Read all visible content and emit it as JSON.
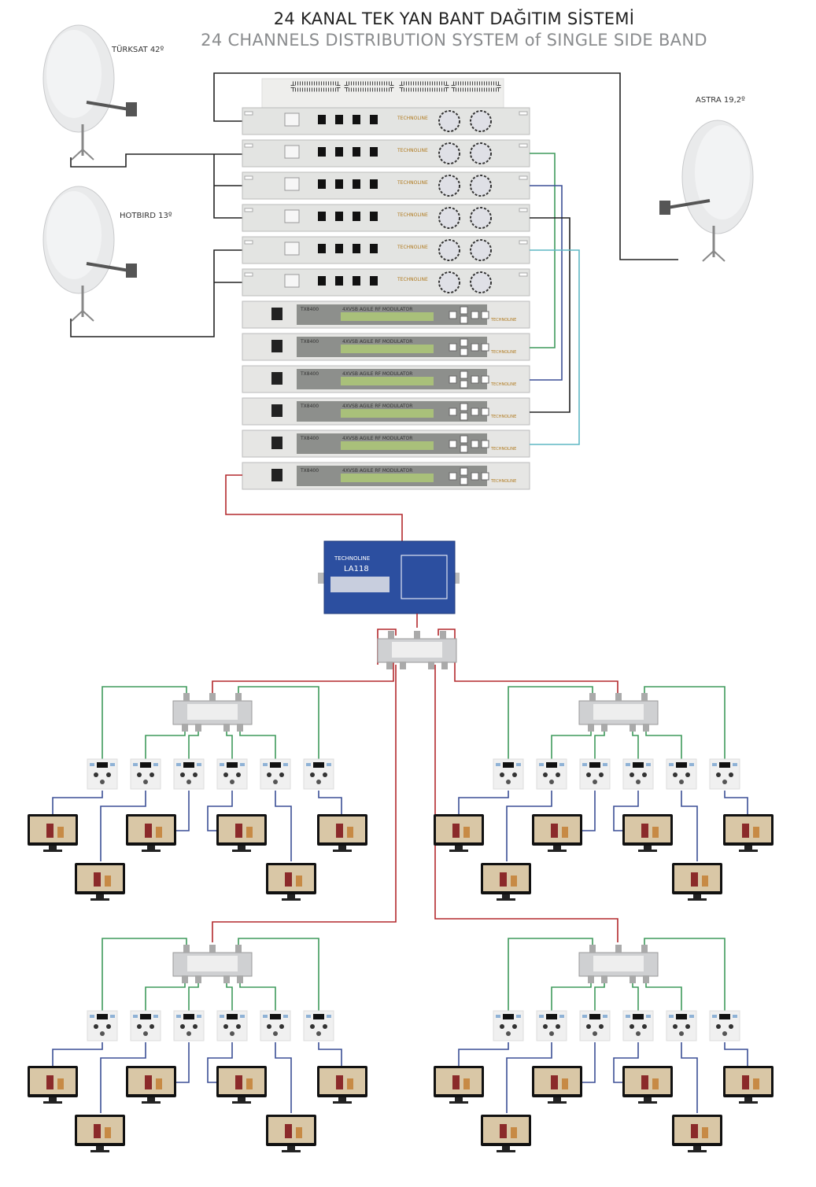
{
  "title": {
    "line1": "24 KANAL TEK YAN BANT DAĞITIM SİSTEMİ",
    "line2": "24 CHANNELS DISTRIBUTION SYSTEM  of SINGLE SIDE BAND"
  },
  "satellites": [
    {
      "label": "TÜRKSAT 42º"
    },
    {
      "label": "HOTBIRD 13º"
    },
    {
      "label": "ASTRA 19,2º"
    }
  ],
  "devices": {
    "brand": "TECHNOLINE",
    "modulator_model": "TX8400",
    "modulator_display": "4XVSB AGILE RF MODULATOR",
    "amplifier_model": "LA118"
  },
  "counts": {
    "receivers": 6,
    "modulators": 6,
    "groups": 4,
    "outlets_per_group": 6,
    "tvs_per_group": 6
  },
  "colors": {
    "cable_black": "#222222",
    "cable_red": "#b3292d",
    "cable_green": "#3f9a5c",
    "cable_navy": "#3b4f96",
    "cable_cyan": "#5fb7c4",
    "amplifier_blue": "#2c4fa0",
    "rack_gray": "#e3e4e2"
  }
}
